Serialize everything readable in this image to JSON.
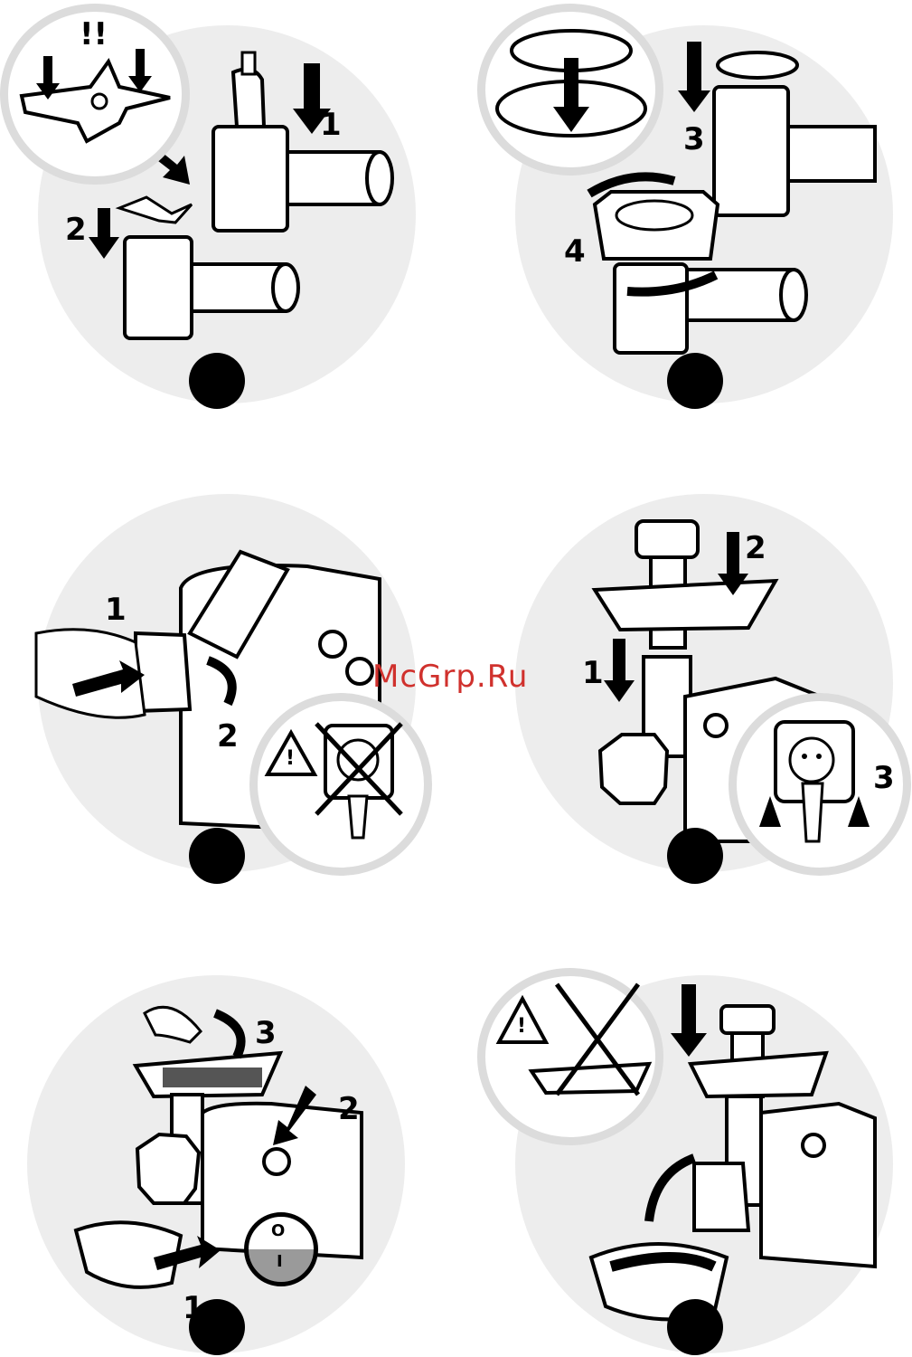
{
  "panels": [
    {
      "id": "a",
      "labels": [
        "!!",
        "1",
        "2"
      ]
    },
    {
      "id": "b",
      "labels": [
        "3",
        "4"
      ]
    },
    {
      "id": "c",
      "labels": [
        "1",
        "2"
      ]
    },
    {
      "id": "d",
      "labels": [
        "2",
        "1",
        "3"
      ]
    },
    {
      "id": "e",
      "labels": [
        "3",
        "2",
        "1"
      ]
    },
    {
      "id": "f",
      "labels": []
    }
  ],
  "switch": {
    "off_label": "O",
    "on_label": "I"
  },
  "watermark": "McGrp.Ru",
  "warning_symbol": "!",
  "colors": {
    "disc": "#ededed",
    "inset_ring": "#dcdcdc",
    "ink": "#000000",
    "watermark": "#d0312d"
  }
}
